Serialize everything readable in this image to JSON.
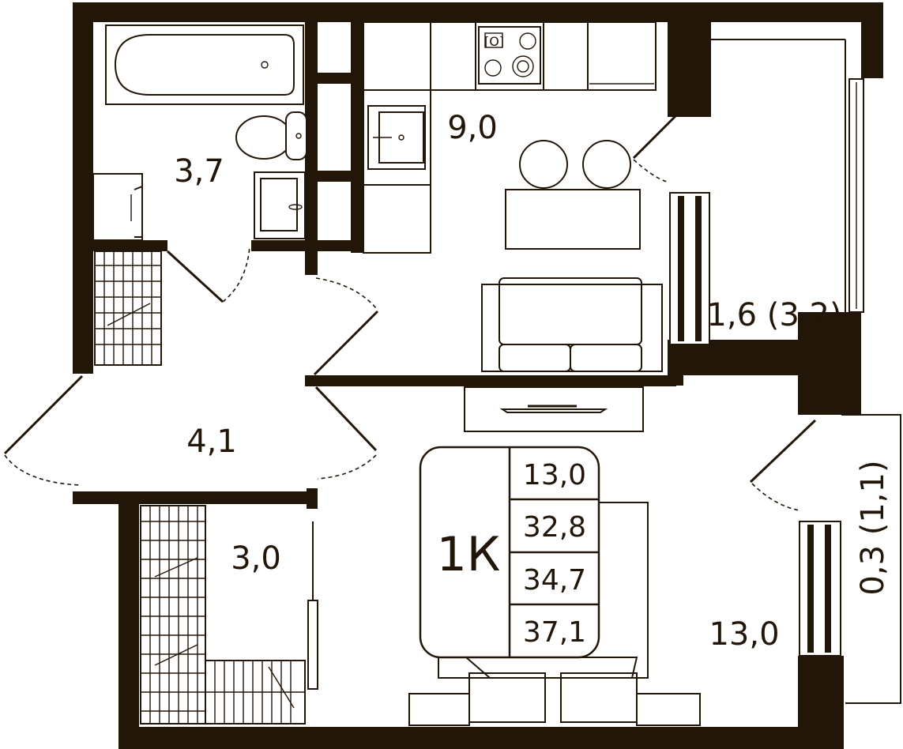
{
  "rooms": {
    "bathroom": "3,7",
    "kitchen": "9,0",
    "loggia_kitchen": "1,6 (3,2)",
    "hall": "4,1",
    "storage": "3,0",
    "bedroom": "13,0",
    "balcony_bedroom": "0,3 (1,1)"
  },
  "summary": {
    "type": "1К",
    "living_area": "13,0",
    "total_area_no_balcony": "32,8",
    "total_area_reduced": "34,7",
    "total_area_full": "37,1"
  },
  "colors": {
    "wall": "#221608",
    "background": "#ffffff"
  }
}
